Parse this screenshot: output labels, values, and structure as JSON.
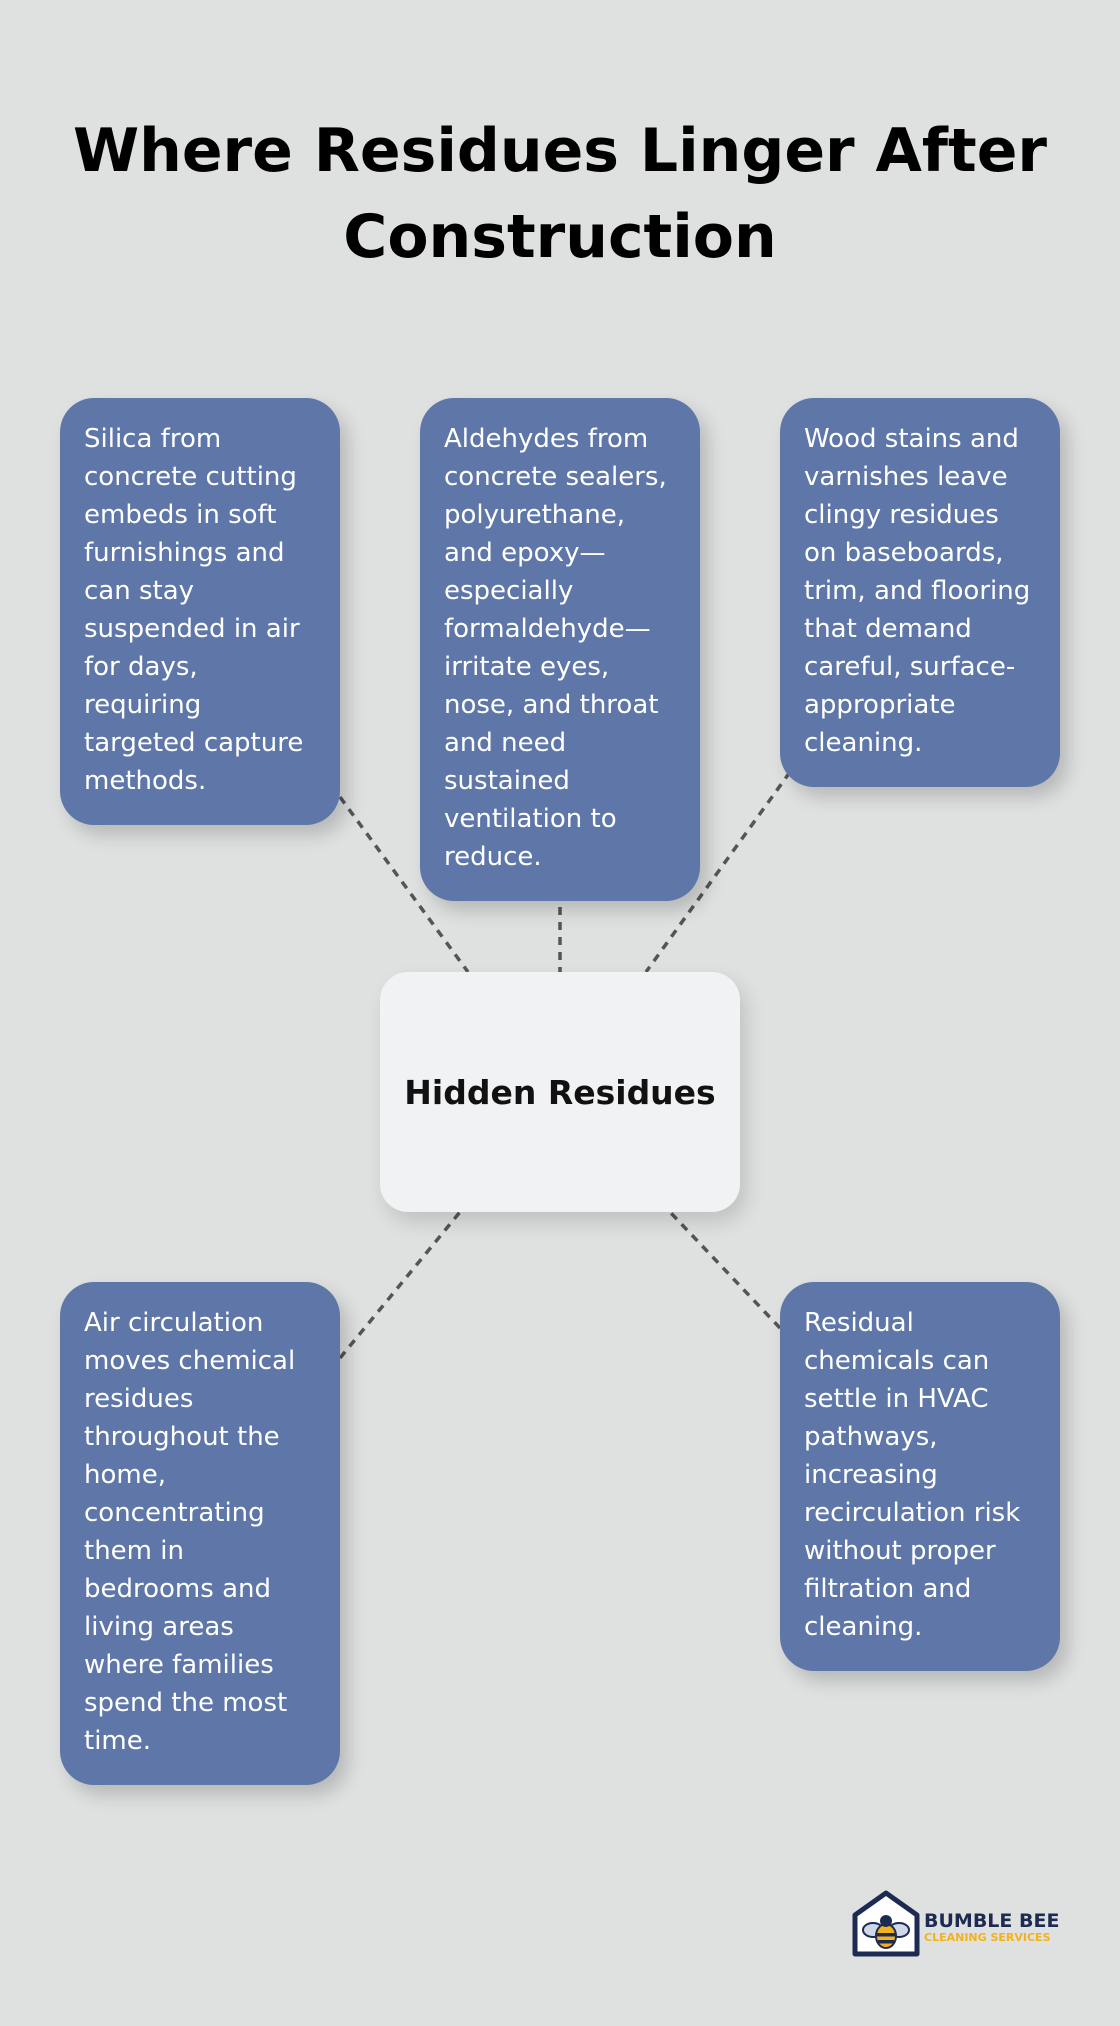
{
  "title": "Where Residues Linger After Construction",
  "hub": {
    "label": "Hidden Residues"
  },
  "cards": [
    {
      "text": "Silica from concrete cutting embeds in soft furnishings and can stay suspended in air for days, requiring targeted capture methods."
    },
    {
      "text": "Aldehydes from concrete sealers, polyurethane, and epoxy—especially formaldehyde—irritate eyes, nose, and throat and need sustained ventilation to reduce."
    },
    {
      "text": "Wood stains and varnishes leave clingy residues on baseboards, trim, and flooring that demand careful, surface-appropriate cleaning."
    },
    {
      "text": "Air circulation moves chemical residues throughout the home, concentrating them in bedrooms and living areas where families spend the most time."
    },
    {
      "text": "Residual chemicals can settle in HVAC pathways, increasing recirculation risk without proper filtration and cleaning."
    }
  ],
  "logo": {
    "brand": "BUMBLE BEE",
    "tagline": "CLEANING SERVICES"
  },
  "colors": {
    "background": "#dfe1e1",
    "card": "#5f77a8",
    "hub": "#f1f2f3",
    "connector": "#555555",
    "logo_navy": "#1d2a52",
    "logo_yellow": "#f2b21b"
  }
}
